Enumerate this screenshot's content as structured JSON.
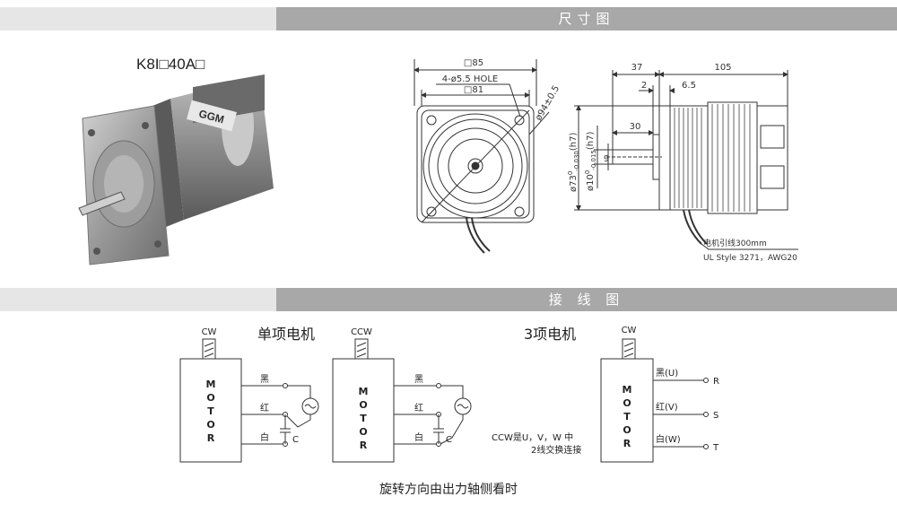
{
  "sections": {
    "dimensions_title": "尺寸图",
    "wiring_title": "接 线 图"
  },
  "model": "K8I□40A□",
  "motor_logo": "GGM",
  "front_view": {
    "outer": "□85",
    "hole": "4-ø5.5 HOLE",
    "inner": "□81",
    "diameter": "ø94±0.5"
  },
  "side_view": {
    "d37": "37",
    "d105": "105",
    "d2": "2",
    "d6_5": "6.5",
    "d30": "30",
    "d9": "9",
    "pilot": "ø73",
    "pilot_tol": "(h7)",
    "pilot_sup": "0",
    "pilot_sub": "-0.030",
    "shaft": "ø10",
    "shaft_tol": "(h7)",
    "shaft_sup": "0",
    "shaft_sub": "-0.015",
    "lead1": "电机引线300mm",
    "lead2": "UL Style 3271，AWG20"
  },
  "wiring": {
    "single_phase_title": "单项电机",
    "three_phase_title": "3项电机",
    "cw": "CW",
    "ccw": "CCW",
    "motor_letters": [
      "M",
      "O",
      "T",
      "O",
      "R"
    ],
    "black": "黑",
    "red": "红",
    "white": "白",
    "cap": "C",
    "u": "黑(U)",
    "v": "红(V)",
    "w": "白(W)",
    "r": "R",
    "s": "S",
    "t": "T",
    "note1": "CCW是U，V，W  中",
    "note2": "2线交换连接"
  },
  "caption": "旋转方向由出力轴侧看时"
}
